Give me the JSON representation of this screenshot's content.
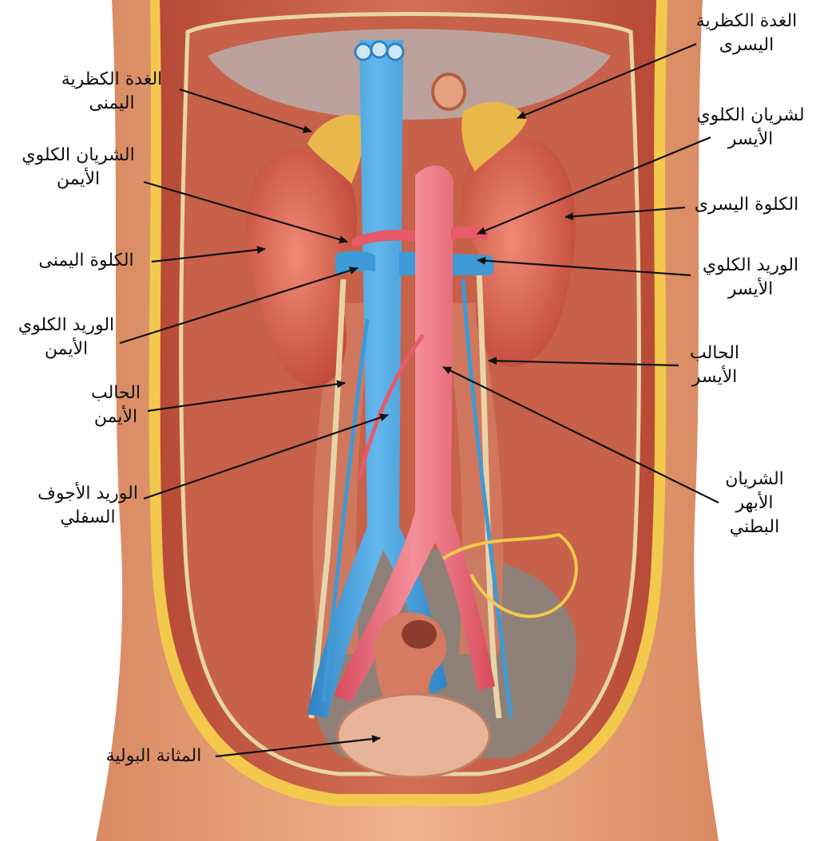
{
  "labels": {
    "left_adrenal": {
      "line1": "الغدة الكظرية",
      "line2": "اليسرى"
    },
    "right_adrenal": {
      "line1": "الغدة الكظرية",
      "line2": "اليمنى"
    },
    "left_renal_artery": {
      "line1": "لشريان الكلوي",
      "line2": "الأيسر"
    },
    "right_renal_artery": {
      "line1": "الشريان  الكلوي",
      "line2": "الأيمن"
    },
    "left_kidney": {
      "line1": "الكلوة اليسرى"
    },
    "right_kidney": {
      "line1": "الكلوة اليمنى"
    },
    "left_renal_vein": {
      "line1": "الوريد الكلوي",
      "line2": "الأيسر"
    },
    "right_renal_vein": {
      "line1": "الوريد الكلوي",
      "line2": "الأيمن"
    },
    "left_ureter": {
      "line1": "الحالب",
      "line2": "الأيسر"
    },
    "right_ureter": {
      "line1": "الحالب",
      "line2": "الأيمن"
    },
    "inferior_vena_cava": {
      "line1": "الوريد الأجوف",
      "line2": "السفلي"
    },
    "abdominal_aorta": {
      "line1": "الشريان",
      "line2": "الأبهر",
      "line3": "البطني"
    },
    "bladder": {
      "line1": "المثانة البولية"
    }
  },
  "colors": {
    "skin": "#e9a47a",
    "muscle": "#c0503c",
    "fat": "#f2c94c",
    "vein": "#3d9ad6",
    "artery": "#e8596a",
    "kidney": "#d9604c",
    "adrenal": "#e9b84a",
    "ureter": "#e8d3a8",
    "background": "#ffffff"
  }
}
